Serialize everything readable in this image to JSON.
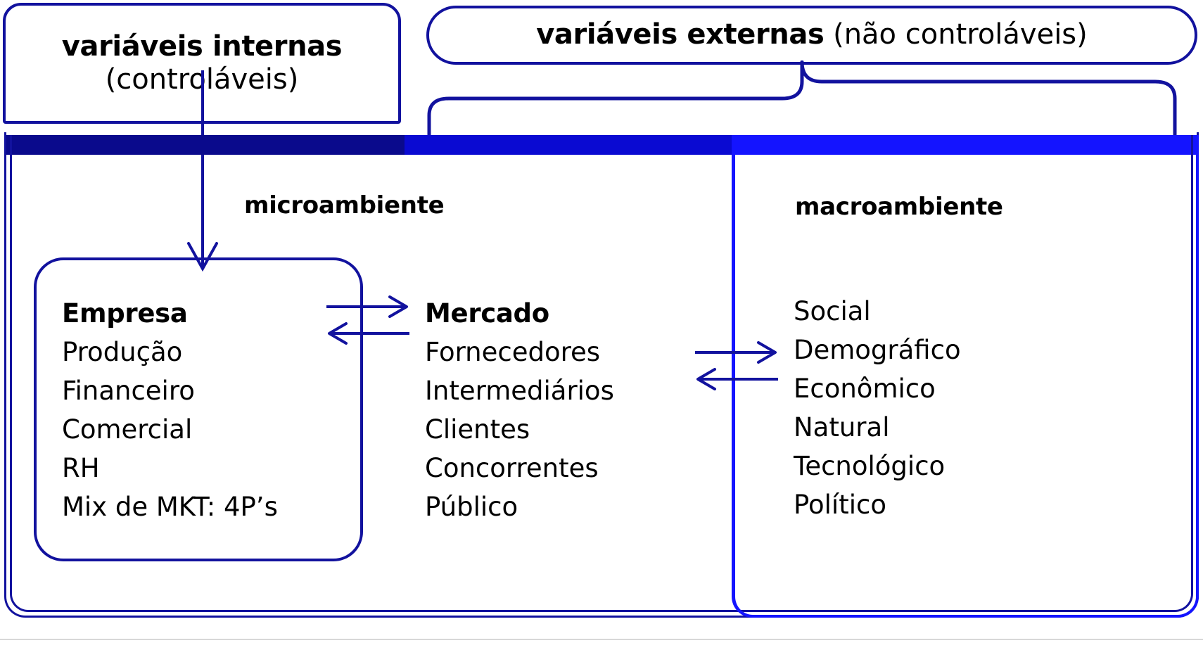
{
  "top": {
    "internal_box": {
      "line1": "variáveis internas",
      "line2": "(controláveis)"
    },
    "external_box": {
      "bold": "variáveis externas",
      "normal": " (não controláveis)"
    }
  },
  "sections": {
    "micro_title": "microambiente",
    "macro_title": "macroambiente"
  },
  "empresa": {
    "heading": "Empresa",
    "items": [
      "Produção",
      "Financeiro",
      "Comercial",
      "RH",
      "Mix de MKT: 4P’s"
    ]
  },
  "mercado": {
    "heading": "Mercado",
    "items": [
      "Fornecedores",
      "Intermediários",
      "Clientes",
      "Concorrentes",
      "Público"
    ]
  },
  "macro": {
    "heading": "",
    "items": [
      "Social",
      "Demográfico",
      "Econômico",
      "Natural",
      "Tecnológico",
      "Político"
    ]
  },
  "colors": {
    "navy": "#12129e",
    "band_dark": "#0a0a8c",
    "band_mid": "#0a0ad2",
    "band_bright": "#1414ff",
    "text": "#000000",
    "background": "#ffffff"
  },
  "icons": {
    "down_arrow": "down-arrow-icon",
    "brace": "curly-brace-icon",
    "bidirectional_micro": "bidirectional-arrow-icon",
    "bidirectional_macro": "bidirectional-arrow-icon"
  }
}
